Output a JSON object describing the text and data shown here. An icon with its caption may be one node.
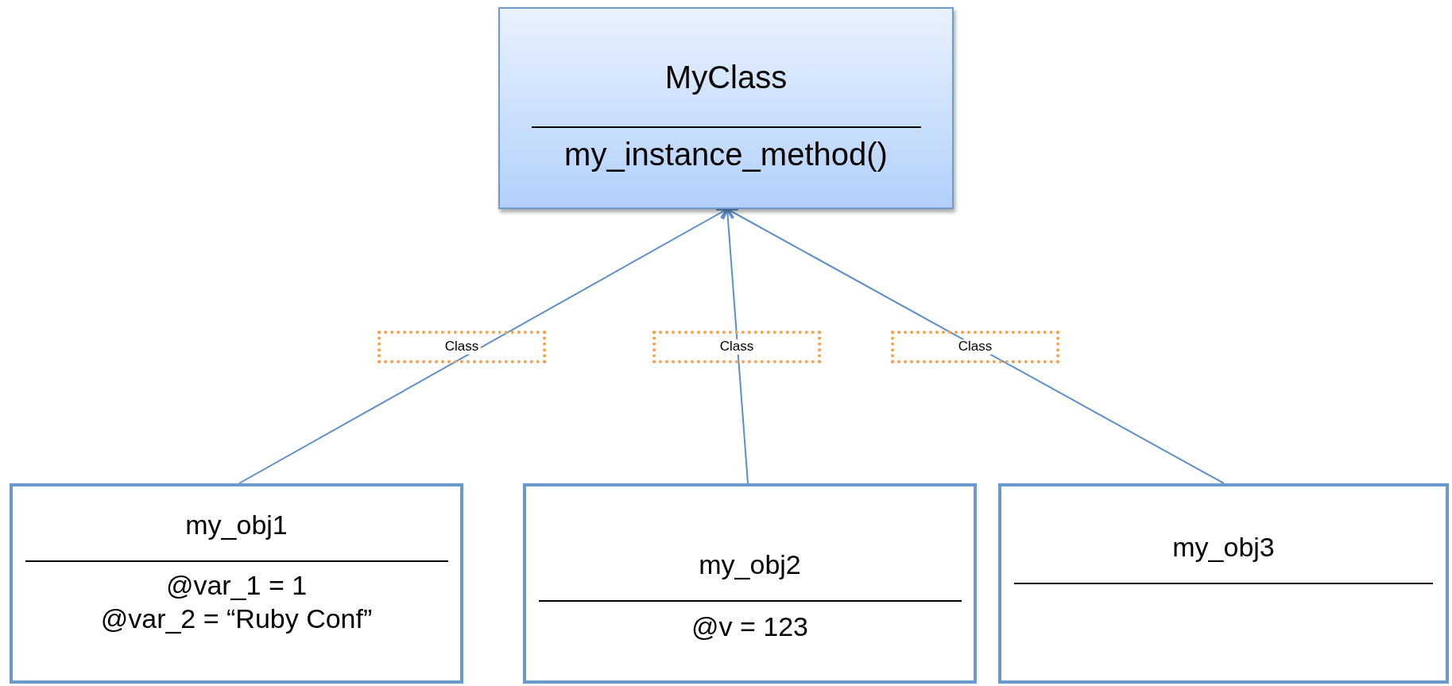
{
  "diagram": {
    "nodes": [
      {
        "text": [
          "MyClass",
          "my_instance_method()"
        ]
      },
      {
        "text": [
          "my_obj1",
          "@var_1 = 1",
          "@var_2 = “Ruby Conf”"
        ]
      },
      {
        "text": [
          "my_obj2",
          "@v = 123"
        ]
      },
      {
        "text": [
          "my_obj3"
        ]
      }
    ],
    "edges": [
      {
        "from": 1,
        "to": 0,
        "arrow": "to",
        "label": "Class"
      },
      {
        "from": 2,
        "to": 0,
        "arrow": "to",
        "label": "Class"
      },
      {
        "from": 3,
        "to": 0,
        "arrow": "to",
        "label": "Class"
      }
    ]
  }
}
